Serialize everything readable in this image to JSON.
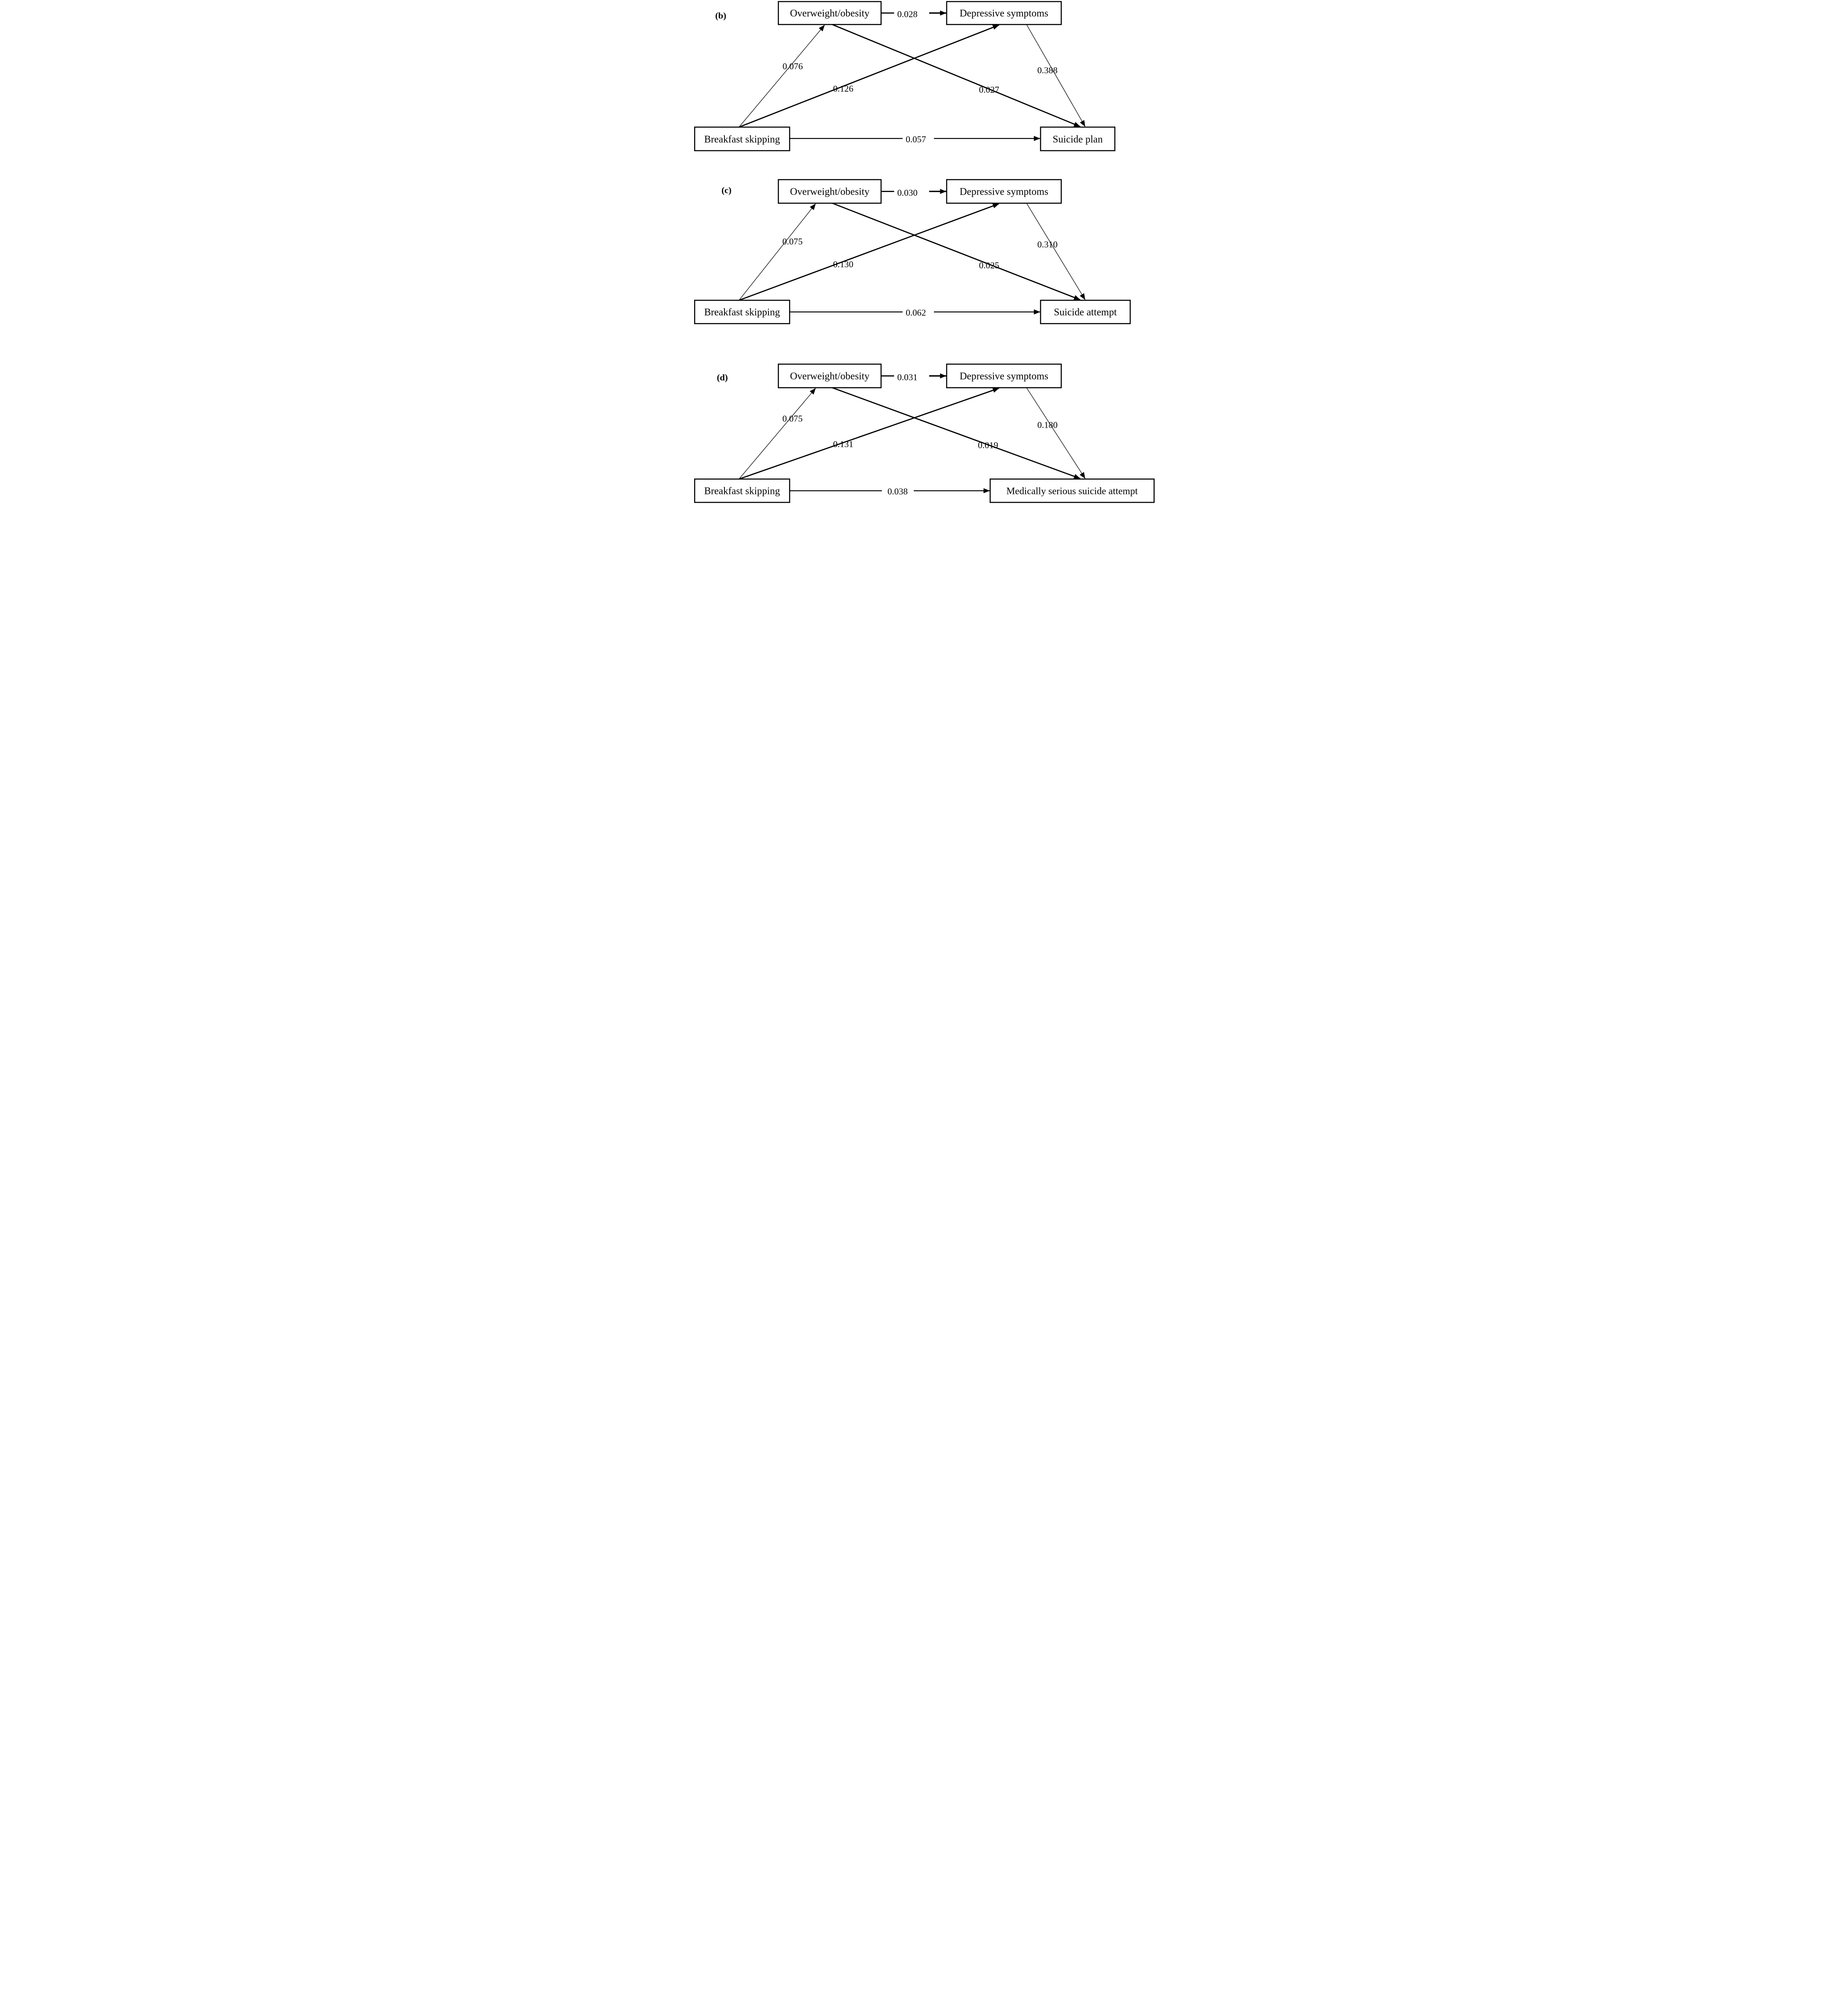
{
  "figure": {
    "panels": [
      {
        "label": "(b)",
        "boxes": {
          "exposure": "Breakfast skipping",
          "mediator_weight": "Overweight/obesity",
          "mediator_depression": "Depressive symptoms",
          "outcome": "Suicide plan"
        },
        "coefficients": {
          "weight_to_depression": "0.028",
          "exposure_to_weight": "0.076",
          "exposure_to_depression": "0.126",
          "weight_to_outcome": "0.027",
          "depression_to_outcome": "0.388",
          "exposure_to_outcome": "0.057"
        }
      },
      {
        "label": "(c)",
        "boxes": {
          "exposure": "Breakfast skipping",
          "mediator_weight": "Overweight/obesity",
          "mediator_depression": "Depressive symptoms",
          "outcome": "Suicide attempt"
        },
        "coefficients": {
          "weight_to_depression": "0.030",
          "exposure_to_weight": "0.075",
          "exposure_to_depression": "0.130",
          "weight_to_outcome": "0.025",
          "depression_to_outcome": "0.310",
          "exposure_to_outcome": "0.062"
        }
      },
      {
        "label": "(d)",
        "boxes": {
          "exposure": "Breakfast skipping",
          "mediator_weight": "Overweight/obesity",
          "mediator_depression": "Depressive symptoms",
          "outcome": "Medically serious suicide attempt"
        },
        "coefficients": {
          "weight_to_depression": "0.031",
          "exposure_to_weight": "0.075",
          "exposure_to_depression": "0.131",
          "weight_to_outcome": "0.019",
          "depression_to_outcome": "0.180",
          "exposure_to_outcome": "0.038"
        }
      }
    ]
  }
}
